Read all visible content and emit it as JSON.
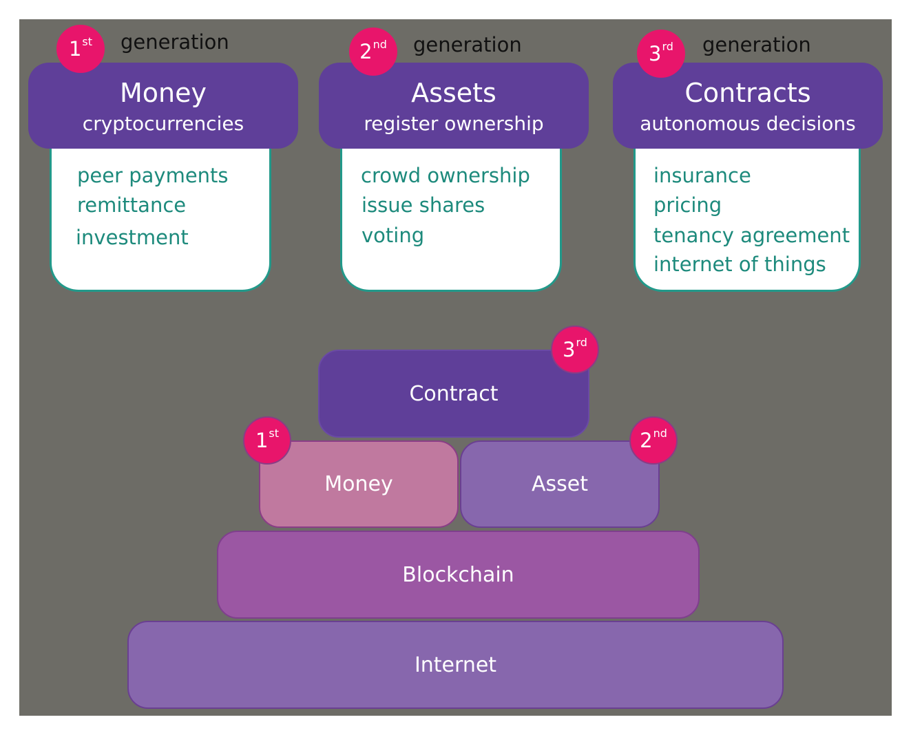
{
  "generations": [
    {
      "ordinal_num": "1",
      "ordinal_suffix": "st",
      "label": "generation",
      "title": "Money",
      "subtitle": "cryptocurrencies",
      "items": [
        "peer payments",
        "remittance",
        "investment"
      ]
    },
    {
      "ordinal_num": "2",
      "ordinal_suffix": "nd",
      "label": "generation",
      "title": "Assets",
      "subtitle": "register ownership",
      "items": [
        "crowd ownership",
        "issue shares",
        "voting"
      ]
    },
    {
      "ordinal_num": "3",
      "ordinal_suffix": "rd",
      "label": "generation",
      "title": "Contracts",
      "subtitle": "autonomous decisions",
      "items": [
        "insurance",
        "pricing",
        "tenancy agreement",
        "internet of things"
      ]
    }
  ],
  "stack": {
    "contract": {
      "label": "Contract",
      "badge_num": "3",
      "badge_suffix": "rd"
    },
    "money": {
      "label": "Money",
      "badge_num": "1",
      "badge_suffix": "st"
    },
    "asset": {
      "label": "Asset",
      "badge_num": "2",
      "badge_suffix": "nd"
    },
    "blockchain": {
      "label": "Blockchain"
    },
    "internet": {
      "label": "Internet"
    }
  },
  "colors": {
    "background": "#6d6c66",
    "header_purple": "#5f3f99",
    "badge_pink": "#e8156b",
    "list_text_teal": "#1d8a7c",
    "money_block": "#c0799f",
    "asset_block": "#8767ad",
    "blockchain_block": "#9b57a3",
    "internet_block": "#8767ad"
  }
}
